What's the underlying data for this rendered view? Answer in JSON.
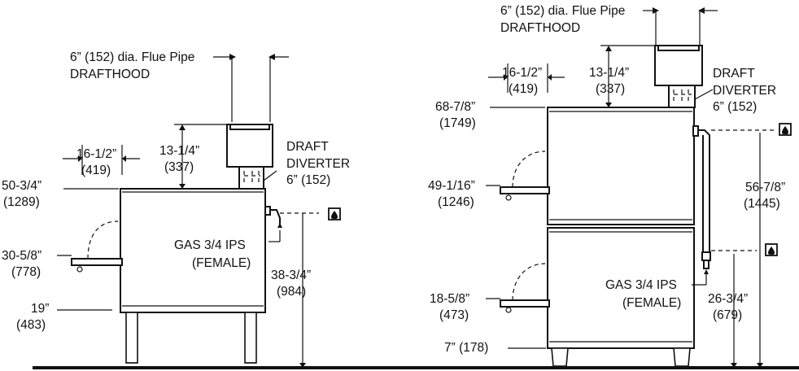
{
  "left_unit": {
    "flue_pipe": "6” (152) dia. Flue Pipe",
    "drafthood": "DRAFTHOOD",
    "draft": "DRAFT",
    "diverter": "DIVERTER",
    "diverter_size": "6” (152)",
    "width_in": "16-1/2”",
    "width_mm": "(419)",
    "hood_height_in": "13-1/4”",
    "hood_height_mm": "(337)",
    "top_height_in": "50-3/4”",
    "top_height_mm": "(1289)",
    "conveyor_height_in": "30-5/8”",
    "conveyor_height_mm": "(778)",
    "base_height_in": "19”",
    "base_height_mm": "(483)",
    "gas_line1": "GAS 3/4 IPS",
    "gas_line2": "(FEMALE)",
    "gas_height_in": "38-3/4”",
    "gas_height_mm": "(984)"
  },
  "right_unit": {
    "flue_pipe": "6” (152) dia. Flue Pipe",
    "drafthood": "DRAFTHOOD",
    "draft": "DRAFT",
    "diverter": "DIVERTER",
    "diverter_size": "6” (152)",
    "width_in": "16-1/2”",
    "width_mm": "(419)",
    "hood_height_in": "13-1/4”",
    "hood_height_mm": "(337)",
    "top_height_in": "68-7/8”",
    "top_height_mm": "(1749)",
    "upper_conveyor_in": "49-1/16”",
    "upper_conveyor_mm": "(1246)",
    "lower_conveyor_in": "18-5/8”",
    "lower_conveyor_mm": "(473)",
    "leg_height": "7” (178)",
    "gas_upper_in": "56-7/8”",
    "gas_upper_mm": "(1445)",
    "gas_lower_in": "26-3/4”",
    "gas_lower_mm": "(679)",
    "gas_line1": "GAS 3/4 IPS",
    "gas_line2": "(FEMALE)"
  },
  "icons": [
    "gas-connection-icon",
    "gas-connection-icon",
    "gas-connection-icon"
  ]
}
